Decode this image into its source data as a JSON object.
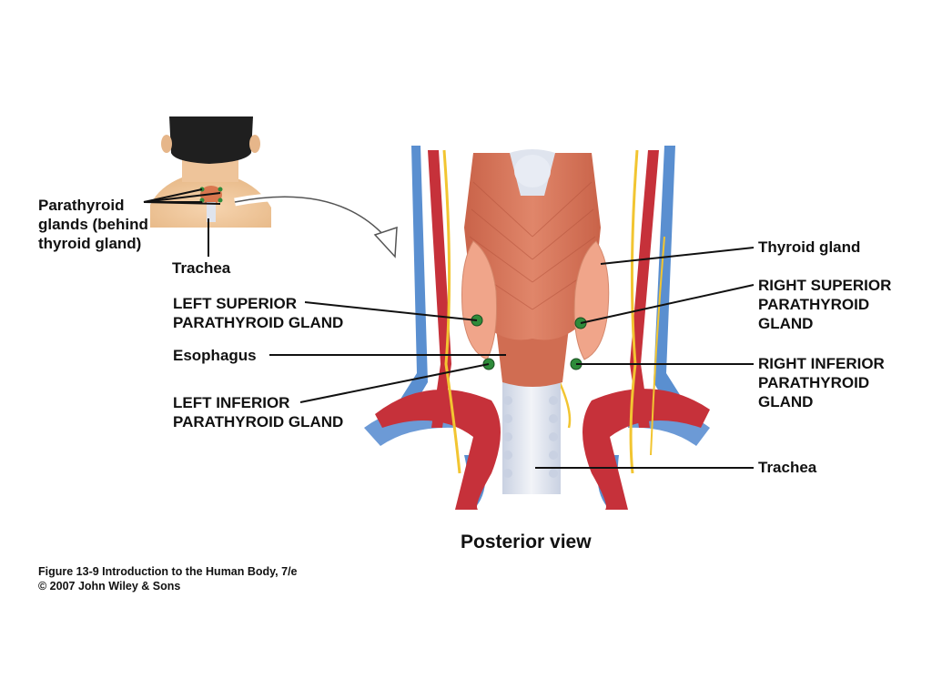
{
  "inset": {
    "parathyroid_label": "Parathyroid\nglands (behind\nthyroid gland)",
    "trachea_label": "Trachea"
  },
  "labels_left": {
    "left_superior": "LEFT SUPERIOR\nPARATHYROID GLAND",
    "esophagus": "Esophagus",
    "left_inferior": "LEFT INFERIOR\nPARATHYROID GLAND"
  },
  "labels_right": {
    "thyroid": "Thyroid gland",
    "right_superior": "RIGHT SUPERIOR\nPARATHYROID\nGLAND",
    "right_inferior": "RIGHT INFERIOR\nPARATHYROID\nGLAND",
    "trachea": "Trachea"
  },
  "view_title": "Posterior view",
  "caption": "Figure 13-9  Introduction to the Human Body, 7/e\n© 2007 John Wiley & Sons",
  "colors": {
    "muscle": "#d9775a",
    "muscle_dark": "#b5543d",
    "thyroid": "#f0a58a",
    "artery": "#c6313a",
    "vein": "#5a8fd0",
    "nerve": "#f2c531",
    "gland": "#2e8b3a",
    "trachea": "#dfe4ee",
    "skin": "#f0c9a0",
    "hair": "#1e1e1e"
  }
}
